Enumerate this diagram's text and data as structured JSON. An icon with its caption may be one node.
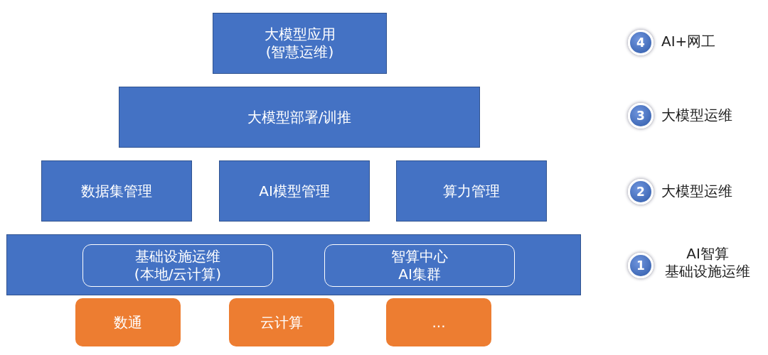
{
  "diagram": {
    "nodes": [
      {
        "text": [
          "大模型应用(智慧运维)"
        ]
      },
      {
        "text": [
          "4"
        ],
        "beside": [
          "AI+网工"
        ]
      },
      {
        "text": [
          "大模型部署/训推"
        ]
      },
      {
        "text": [
          "3"
        ],
        "beside": [
          "大模型运维"
        ]
      },
      {
        "text": [
          "数据集管理"
        ]
      },
      {
        "text": [
          "AI模型管理"
        ]
      },
      {
        "text": [
          "算力管理"
        ]
      },
      {
        "text": [
          "2"
        ],
        "beside": [
          "大模型运维"
        ]
      },
      {
        "text": [],
        "shape": "box"
      },
      {
        "text": [
          "基础设施运维(本地/云计算)"
        ],
        "in": 8
      },
      {
        "text": [
          "智算中心AI集群"
        ],
        "in": 8
      },
      {
        "text": [
          "1"
        ],
        "beside": [
          "AI智算",
          "基础设施运维"
        ]
      },
      {
        "text": [
          "数通"
        ]
      },
      {
        "text": [
          "云计算"
        ]
      },
      {
        "text": [
          "..."
        ]
      }
    ],
    "edges": []
  }
}
